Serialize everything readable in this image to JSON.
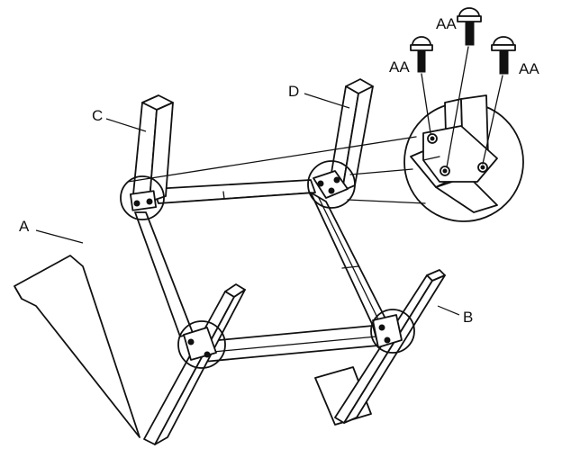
{
  "diagram": {
    "part_labels": {
      "a": "A",
      "b": "B",
      "c": "C",
      "d": "D"
    },
    "hardware_labels": [
      "AA",
      "AA",
      "AA"
    ]
  }
}
